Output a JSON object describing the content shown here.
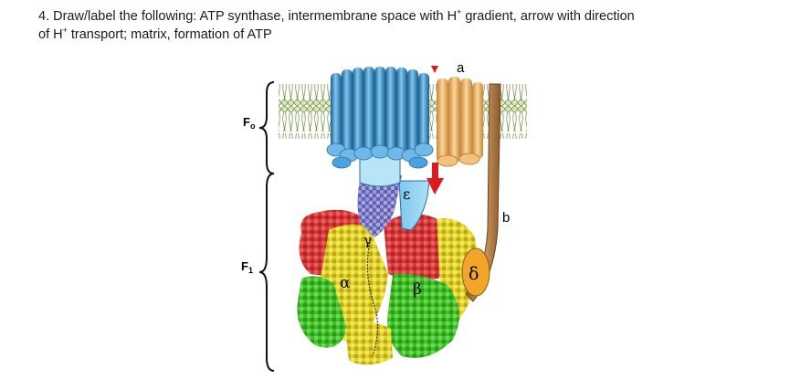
{
  "question": {
    "number": "4.",
    "line1_pre": "Draw/label the following:  ATP synthase, intermembrane space with H",
    "line1_sup": "+",
    "line1_post": " gradient, arrow with direction",
    "line2_pre": "of H",
    "line2_sup": "+",
    "line2_post": " transport; matrix, formation of ATP"
  },
  "diagram": {
    "label_fo": "F",
    "label_fo_sub": "o",
    "label_f1": "F",
    "label_f1_sub": "1",
    "label_a": "a",
    "label_b": "b",
    "label_epsilon": "ε",
    "label_gamma": "γ",
    "label_alpha": "α",
    "label_beta": "β",
    "label_delta": "δ"
  },
  "colors": {
    "c_ring": "#3a9fd8",
    "a_subunit": "#f2b35a",
    "b_stalk": "#b5824a",
    "alpha": "#e0d22a",
    "beta": "#d83a3a",
    "green": "#3fbf2a",
    "delta": "#f2a526",
    "arrow": "#e01a1a",
    "membrane": "#8aa85a"
  }
}
